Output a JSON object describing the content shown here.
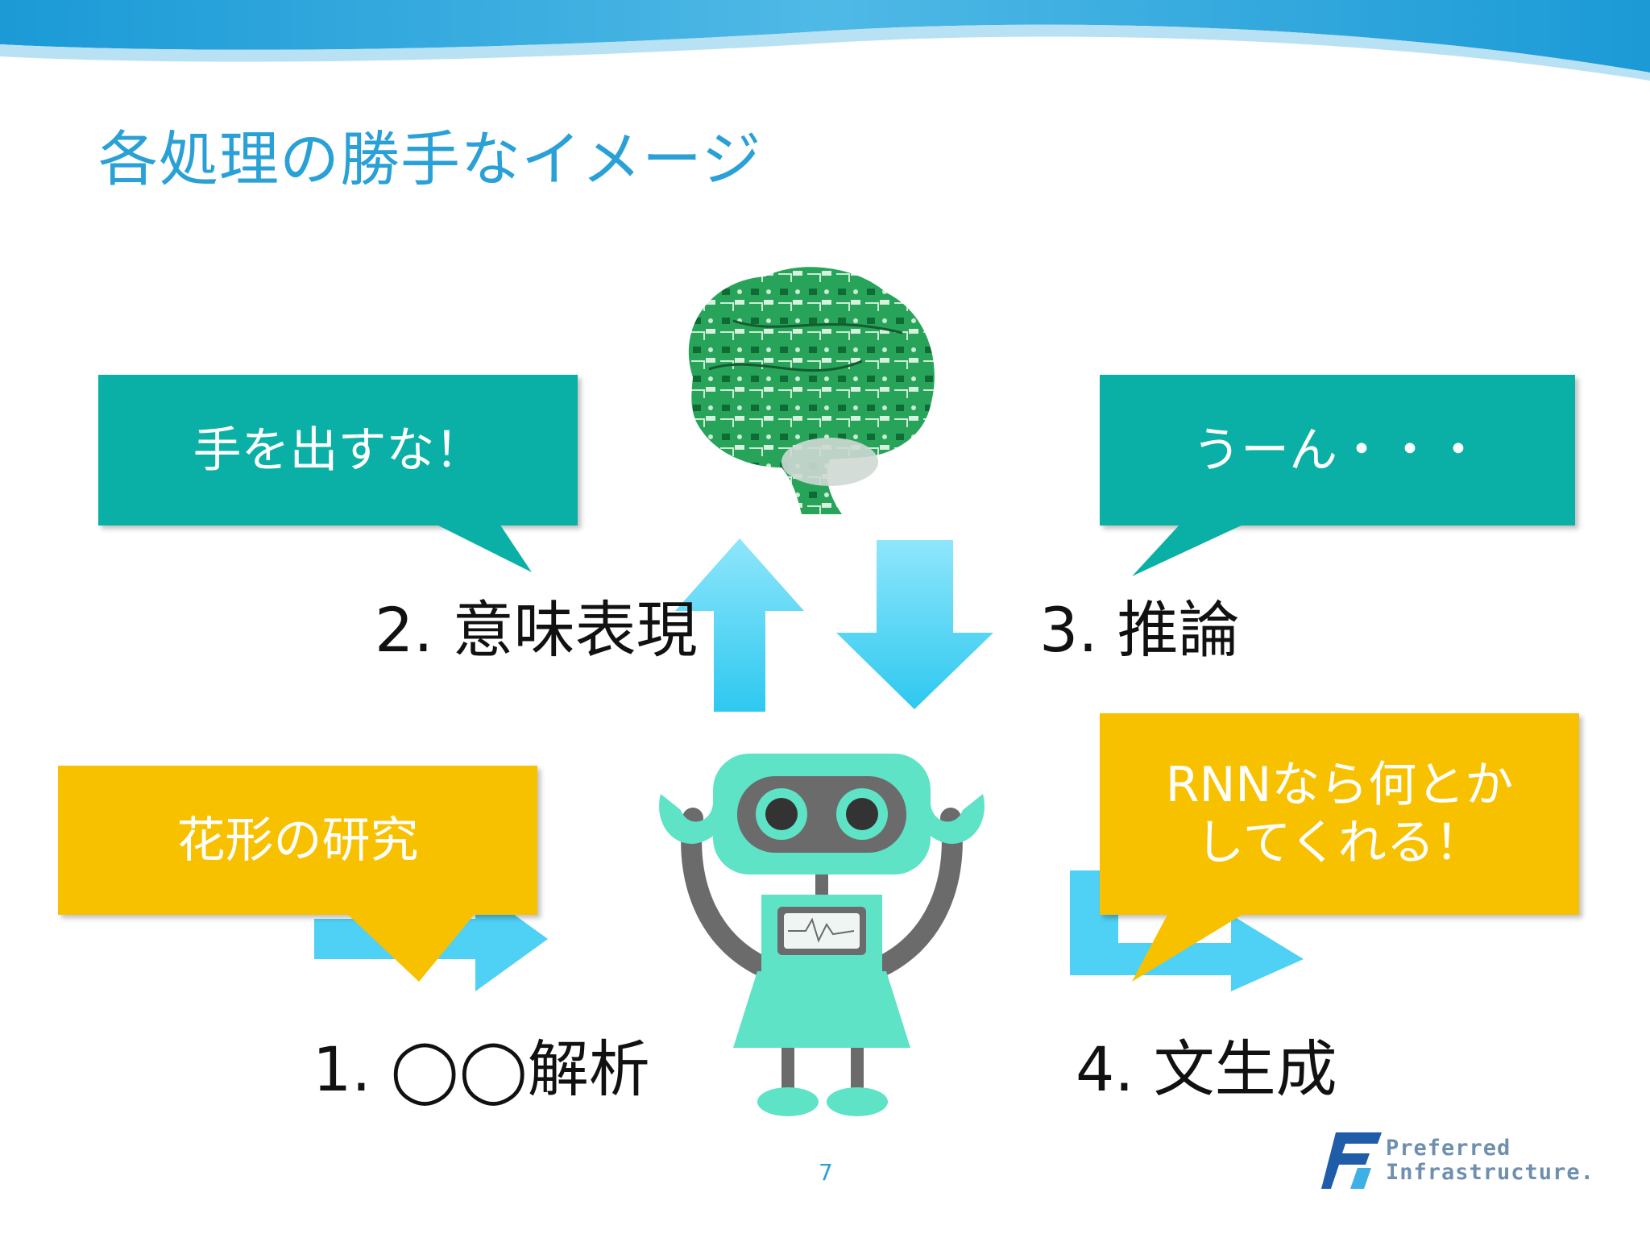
{
  "slide": {
    "title": "各処理の勝手なイメージ",
    "page_number": "7"
  },
  "bubbles": {
    "top_left": "手を出すな！",
    "top_right": "うーん・・・",
    "bottom_left": "花形の研究",
    "bottom_right_line1": "RNNなら何とか",
    "bottom_right_line2": "してくれる！"
  },
  "steps": {
    "step1": "1. ◯◯解析",
    "step2": "2. 意味表現",
    "step3": "3. 推論",
    "step4": "4. 文生成"
  },
  "logo": {
    "line1": "Preferred",
    "line2": "Infrastructure."
  },
  "colors": {
    "title": "#2aa1d6",
    "bubble_teal": "#0ab0a5",
    "bubble_yellow": "#f8c100",
    "arrow": "#4fd0f5",
    "robot_body": "#5ee3c6",
    "robot_dark": "#6b6b6b"
  },
  "icons": [
    "brain-circuit-icon",
    "robot-icon",
    "up-arrow-icon",
    "down-arrow-icon",
    "curved-arrow-icon"
  ]
}
